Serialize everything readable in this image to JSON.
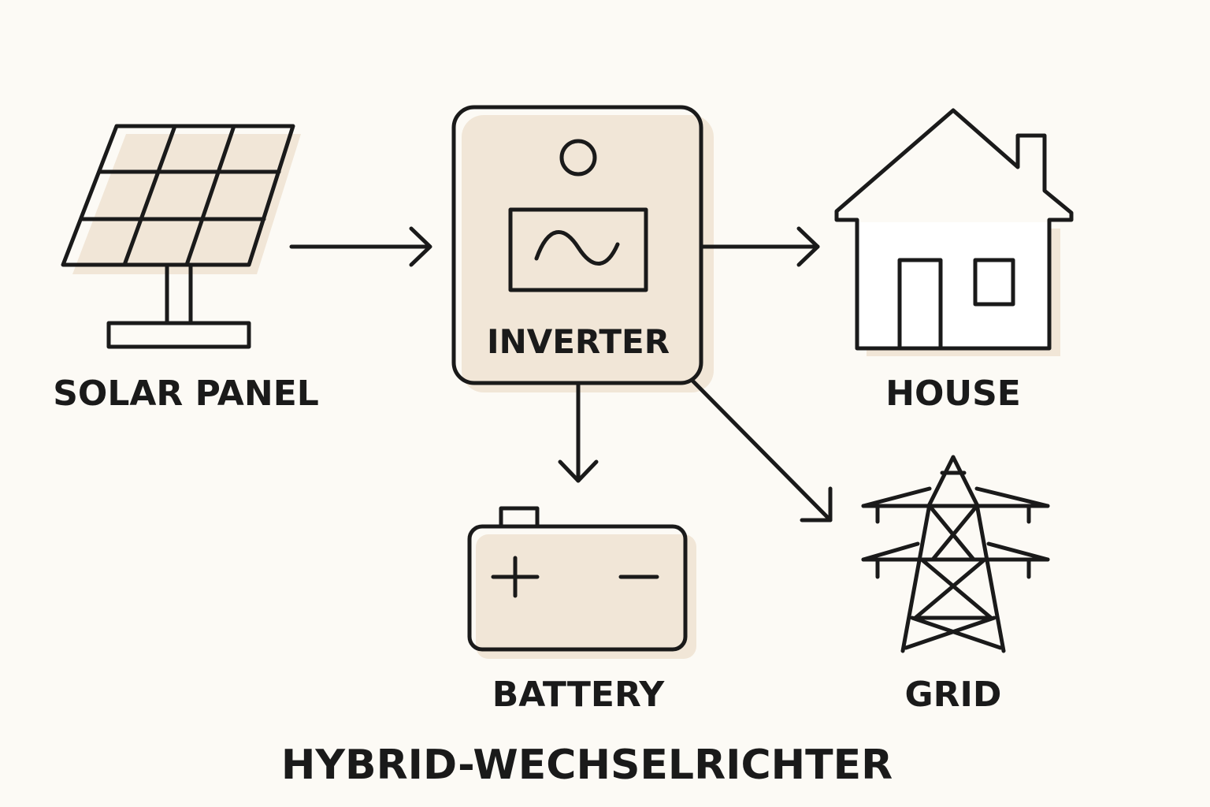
{
  "labels": {
    "solar_panel": "SOLAR PANEL",
    "inverter": "INVERTER",
    "house": "HOUSE",
    "battery": "BATTERY",
    "grid": "GRID"
  },
  "title": "HYBRID-WECHSELRICHTER",
  "colors": {
    "background": "#fcfaf5",
    "panel_blue": "#92afc2",
    "inverter_fill": "#f0dcc6",
    "battery_fill": "#f0dcc6",
    "stroke": "#1a1a1a",
    "shadow": "#f1e6d7"
  },
  "icons": [
    "solar-panel-icon",
    "inverter-icon",
    "sine-wave-icon",
    "house-icon",
    "battery-icon",
    "power-tower-icon"
  ]
}
